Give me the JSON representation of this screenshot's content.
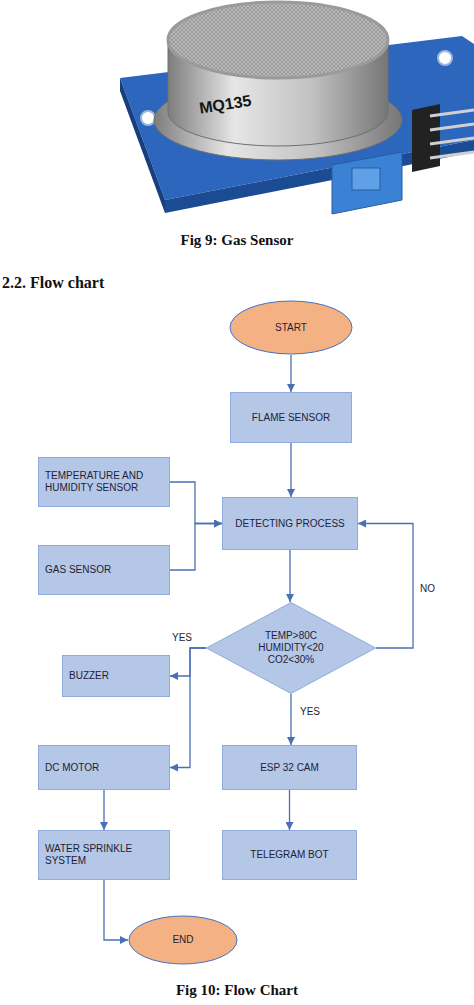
{
  "diagram": {
    "title": "2.2. Flow chart",
    "caption": "Fig 10: Flow Chart",
    "nodes": [
      {
        "text": [
          "START"
        ]
      },
      {
        "text": [
          "FLAME SENSOR"
        ]
      },
      {
        "text": [
          "TEMPERATURE AND HUMIDITY SENSOR"
        ]
      },
      {
        "text": [
          "DETECTING PROCESS"
        ]
      },
      {
        "text": [
          "GAS SENSOR"
        ]
      },
      {
        "text": [
          "TEMP>80C HUMIDITY<20 CO2<30%"
        ]
      },
      {
        "text": [
          "BUZZER"
        ]
      },
      {
        "text": [
          "DC MOTOR"
        ]
      },
      {
        "text": [
          "ESP 32 CAM"
        ]
      },
      {
        "text": [
          "WATER SPRINKLE SYSTEM"
        ]
      },
      {
        "text": [
          "TELEGRAM BOT"
        ]
      },
      {
        "text": [
          "END"
        ]
      }
    ],
    "edges": [
      {
        "from": 0,
        "to": 1,
        "arrow": "to"
      },
      {
        "from": 1,
        "to": 3,
        "arrow": "to"
      },
      {
        "from": 2,
        "to": 3,
        "arrow": "to"
      },
      {
        "from": 4,
        "to": 3,
        "arrow": "to"
      },
      {
        "from": 3,
        "to": 5,
        "arrow": "to"
      },
      {
        "from": 5,
        "to": 3,
        "label": "NO",
        "arrow": "to"
      },
      {
        "from": 5,
        "to": 6,
        "label": "YES",
        "arrow": "to"
      },
      {
        "from": 5,
        "to": 7,
        "arrow": "to"
      },
      {
        "from": 5,
        "to": 8,
        "label": "YES",
        "arrow": "to"
      },
      {
        "from": 7,
        "to": 9,
        "arrow": "to"
      },
      {
        "from": 8,
        "to": 10,
        "arrow": "to"
      },
      {
        "from": 9,
        "to": 11,
        "arrow": "to"
      }
    ],
    "labels": [
      "MQ135",
      "Fig 9: Gas Sensor"
    ]
  }
}
